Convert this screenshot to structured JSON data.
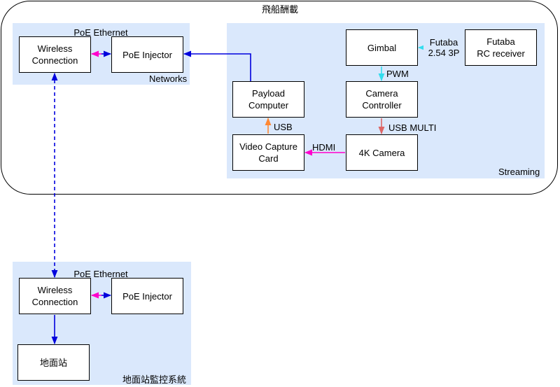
{
  "diagram": {
    "ship_title": "飛船酬載",
    "networks": {
      "group_label": "Networks",
      "segment_label": "PoE Ethernet",
      "wireless": "Wireless\nConnection",
      "poe_injector": "PoE Injector"
    },
    "streaming": {
      "group_label": "Streaming",
      "gimbal": "Gimbal",
      "futaba_receiver": "Futaba\nRC receiver",
      "camera_controller": "Camera\nController",
      "payload_computer": "Payload\nComputer",
      "camera": "4K Camera",
      "capture_card": "Video Capture\nCard"
    },
    "ground": {
      "group_label": "地面站監控系統",
      "segment_label": "PoE Ethernet",
      "wireless": "Wireless\nConnection",
      "poe_injector": "PoE Injector",
      "ground_station": "地面站"
    },
    "edge_labels": {
      "futaba_link": "Futaba\n2.54 3P",
      "pwm": "PWM",
      "usb_multi": "USB MULTI",
      "usb": "USB",
      "hdmi": "HDMI"
    },
    "colors": {
      "group_fill": "#dae8fc",
      "blue": "#0000dd",
      "magenta": "#ff00cc",
      "cyan": "#33ddee",
      "salmon": "#dd6666",
      "orange": "#ff8833"
    }
  }
}
